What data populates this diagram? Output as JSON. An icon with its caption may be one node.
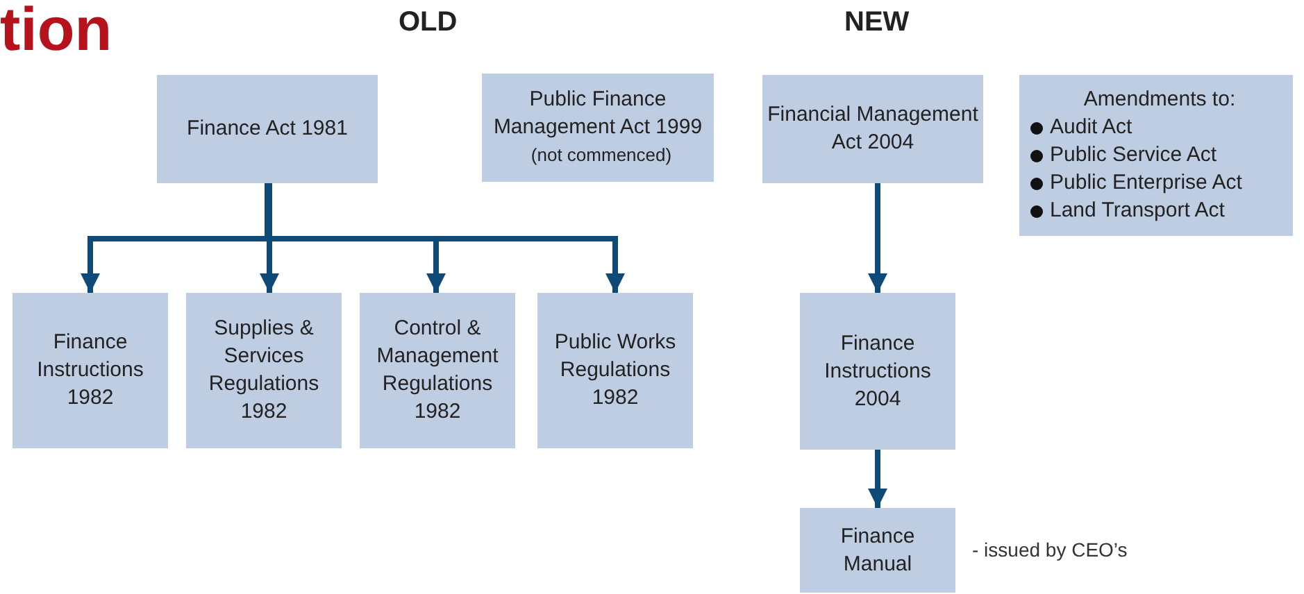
{
  "diagram": {
    "nodes": [
      {
        "text": [
          "Finance Act 1981"
        ]
      },
      {
        "text": [
          "Public Finance Management Act 1999",
          "(not commenced)"
        ]
      },
      {
        "text": [
          "Financial Management Act 2004"
        ]
      },
      {
        "text": [
          "Amendments to:",
          "Audit Act",
          "Public Service Act",
          "Public Enterprise Act",
          "Land Transport Act"
        ]
      },
      {
        "text": [
          "Finance Instructions 1982"
        ]
      },
      {
        "text": [
          "Supplies & Services Regulations 1982"
        ]
      },
      {
        "text": [
          "Control & Management Regulations 1982"
        ]
      },
      {
        "text": [
          "Public Works Regulations 1982"
        ]
      },
      {
        "text": [
          "Finance Instructions 2004"
        ]
      },
      {
        "text": [
          "Finance Manual"
        ],
        "beside": [
          "- issued by CEO’s"
        ]
      }
    ],
    "edges": [
      {
        "from": 0,
        "to": 4,
        "arrow": "to"
      },
      {
        "from": 0,
        "to": 5,
        "arrow": "to"
      },
      {
        "from": 0,
        "to": 6,
        "arrow": "to"
      },
      {
        "from": 0,
        "to": 7,
        "arrow": "to"
      },
      {
        "from": 2,
        "to": 8,
        "arrow": "to"
      },
      {
        "from": 8,
        "to": 9,
        "arrow": "to"
      }
    ],
    "labels": [
      "tion",
      "OLD",
      "NEW"
    ]
  }
}
